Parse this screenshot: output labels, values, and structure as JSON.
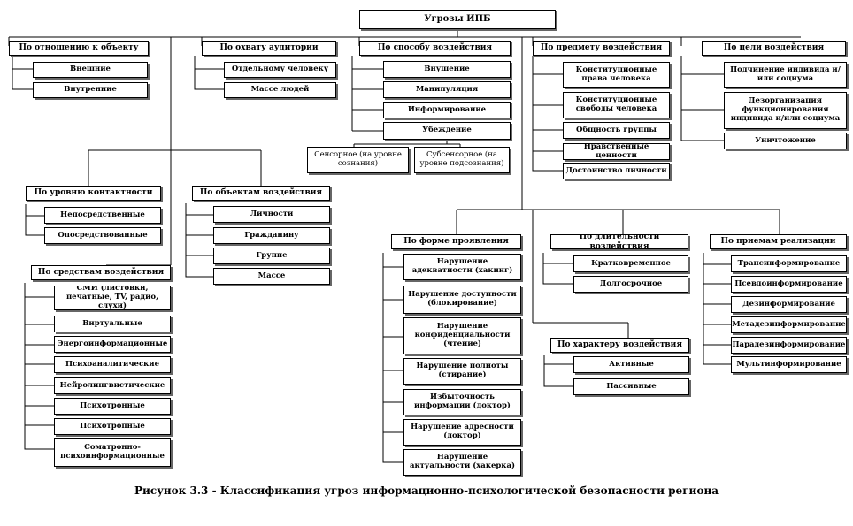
{
  "root": "Угрозы ИПБ",
  "caption": "Рисунок 3.3 - Классификация угроз информационно-психологической безопасности региона",
  "groups": {
    "object": {
      "title": "По отношению к объекту",
      "items": [
        "Внешние",
        "Внутренние"
      ]
    },
    "audience": {
      "title": "По охвату аудитории",
      "items": [
        "Отдельному человеку",
        "Массе людей"
      ]
    },
    "method": {
      "title": "По способу воздействия",
      "items": [
        "Внушение",
        "Манипуляция",
        "Информирование",
        "Убеждение"
      ],
      "sub": [
        "Сенсорное (на уровне сознания)",
        "Субсенсорное (на уровне подсознания)"
      ]
    },
    "subject": {
      "title": "По предмету воздействия",
      "items": [
        "Конституционные права человека",
        "Конституционные свободы человека",
        "Общность группы",
        "Нравственные ценности",
        "Достоинство личности"
      ]
    },
    "goal": {
      "title": "По цели воздействия",
      "items": [
        "Подчинение индивида и/или социума",
        "Дезорганизация функционирования индивида и/или социума",
        "Уничтожение"
      ]
    },
    "contact": {
      "title": "По уровню контактности",
      "items": [
        "Непосредственные",
        "Опосредствованные"
      ]
    },
    "targets": {
      "title": "По объектам воздействия",
      "items": [
        "Личности",
        "Гражданину",
        "Группе",
        "Массе"
      ]
    },
    "means": {
      "title": "По средствам воздействия",
      "items": [
        "СМИ (листовки, печатные, TV, радио, слухи)",
        "Виртуальные",
        "Энергоинформационные",
        "Психоаналитические",
        "Нейролингвистические",
        "Психотронные",
        "Психотропные",
        "Соматронно-психоинформационные"
      ]
    },
    "form": {
      "title": "По форме проявления",
      "items": [
        "Нарушение адекватности (хакинг)",
        "Нарушение доступности (блокирование)",
        "Нарушение конфиденциальности (чтение)",
        "Нарушение полноты (стирание)",
        "Избыточность информации (доктор)",
        "Нарушение адресности (доктор)",
        "Нарушение актуальности (хакерка)"
      ]
    },
    "duration": {
      "title": "По длительности воздействия",
      "items": [
        "Кратковременное",
        "Долгосрочное"
      ]
    },
    "nature": {
      "title": "По характеру воздействия",
      "items": [
        "Активные",
        "Пассивные"
      ]
    },
    "technique": {
      "title": "По приемам реализации",
      "items": [
        "Трансинформирование",
        "Псевдоинформирование",
        "Дезинформирование",
        "Метадезинформирование",
        "Парадезинформирование",
        "Мультинформирование"
      ]
    }
  }
}
